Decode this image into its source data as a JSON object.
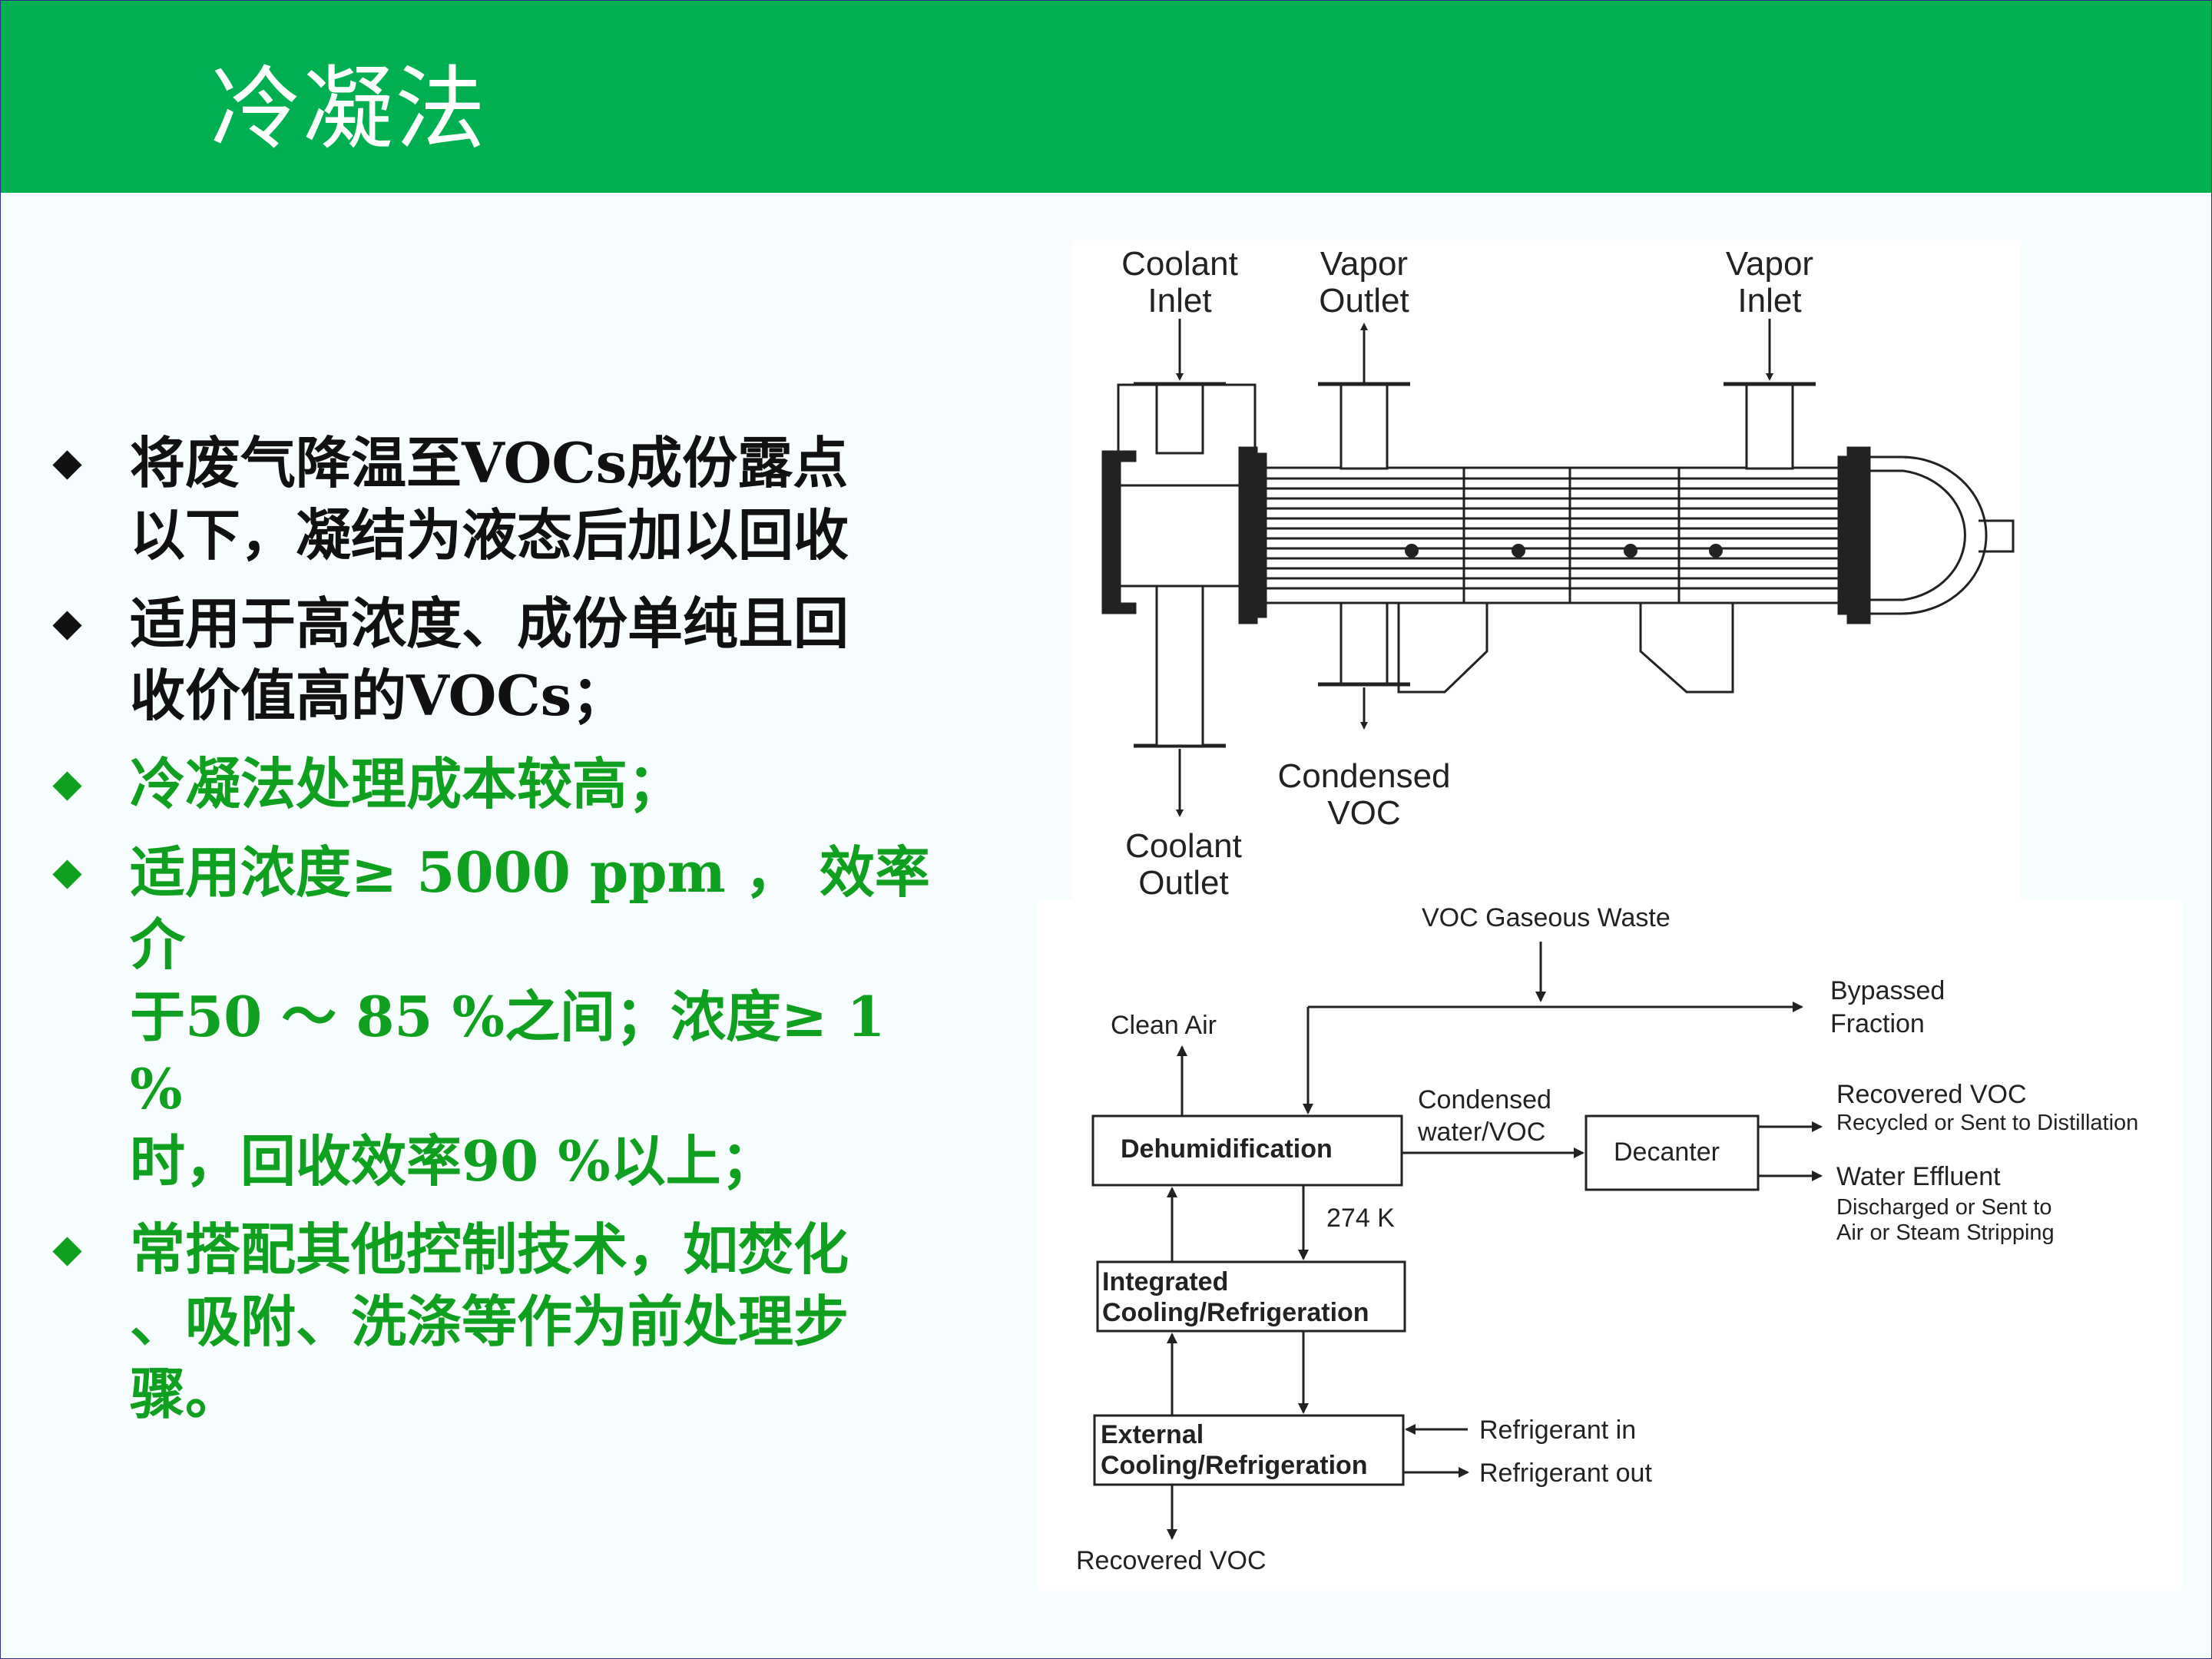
{
  "title": "冷凝法",
  "bullets": [
    {
      "lines": [
        "将废气降温至VOCs成份露点",
        "以下，凝结为液态后加以回收"
      ],
      "color": "#111111"
    },
    {
      "lines": [
        "适用于高浓度、成份单纯且回",
        "收价值高的VOCs；"
      ],
      "color": "#111111"
    },
    {
      "lines": [
        "冷凝法处理成本较高；"
      ],
      "color": "#10a020"
    },
    {
      "lines": [
        "适用浓度≥ 5000 ppm ， 效率介",
        "于50 ～ 85 %之间；浓度≥ 1 %",
        "时，回收效率90 %以上；"
      ],
      "color": "#10a020"
    },
    {
      "lines": [
        "常搭配其他控制技术，如焚化",
        "、吸附、洗涤等作为前处理步",
        "骤。"
      ],
      "color": "#10a020"
    }
  ],
  "condenser": {
    "coolant_inlet": [
      "Coolant",
      "Inlet"
    ],
    "vapor_outlet": [
      "Vapor",
      "Outlet"
    ],
    "vapor_inlet": [
      "Vapor",
      "Inlet"
    ],
    "condensed_voc": [
      "Condensed",
      "VOC"
    ],
    "coolant_outlet": [
      "Coolant",
      "Outlet"
    ]
  },
  "flow": {
    "voc_gaseous_waste": "VOC Gaseous Waste",
    "bypassed_fraction": [
      "Bypassed",
      "Fraction"
    ],
    "clean_air": "Clean Air",
    "dehumidification": "Dehumidification",
    "condensed_water_voc": [
      "Condensed",
      "water/VOC"
    ],
    "decanter": "Decanter",
    "recovered_voc_title": "Recovered VOC",
    "recovered_voc_sub": "Recycled or Sent to Distillation",
    "water_effluent_title": "Water Effluent",
    "water_effluent_sub": [
      "Discharged or Sent to",
      "Air or Steam Stripping"
    ],
    "temp_274k": "274 K",
    "integrated_cooling": [
      "Integrated",
      "Cooling/Refrigeration"
    ],
    "external_cooling": [
      "External",
      "Cooling/Refrigeration"
    ],
    "refrigerant_in": "Refrigerant in",
    "refrigerant_out": "Refrigerant out",
    "recovered_voc_bottom": "Recovered VOC"
  }
}
